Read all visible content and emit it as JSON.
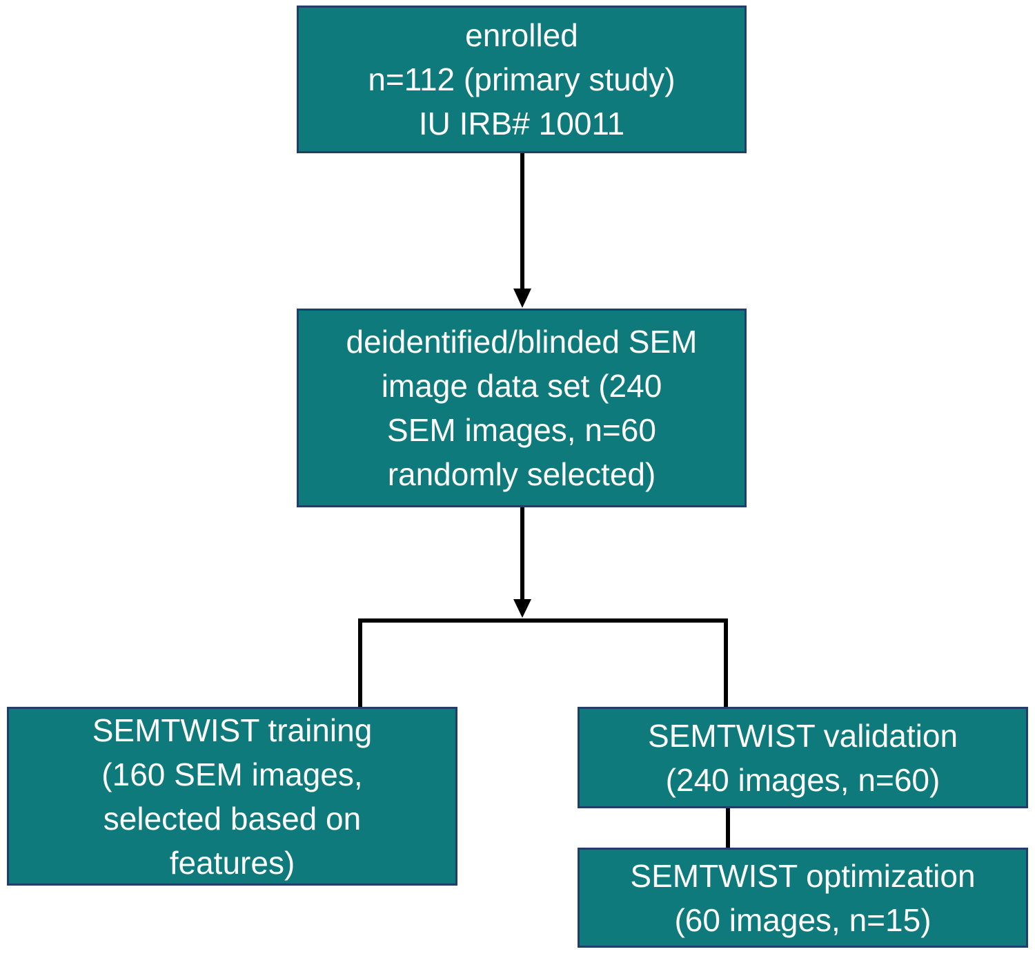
{
  "nodes": {
    "enrolled": {
      "lines": [
        "enrolled",
        "n=112 (primary study)",
        "IU IRB# 10011"
      ]
    },
    "dataset": {
      "lines": [
        "deidentified/blinded SEM",
        "image data set (240",
        "SEM images, n=60",
        "randomly selected)"
      ]
    },
    "training": {
      "lines": [
        "SEMTWIST training",
        "(160 SEM images,",
        "selected based on",
        "features)"
      ]
    },
    "validation": {
      "lines": [
        "SEMTWIST validation",
        "(240 images, n=60)"
      ]
    },
    "optimization": {
      "lines": [
        "SEMTWIST optimization",
        "(60 images, n=15)"
      ]
    }
  },
  "colors": {
    "box_fill": "#0f7a7b",
    "box_border": "#1f3f6a",
    "text": "#ffffff",
    "connector": "#000000"
  }
}
